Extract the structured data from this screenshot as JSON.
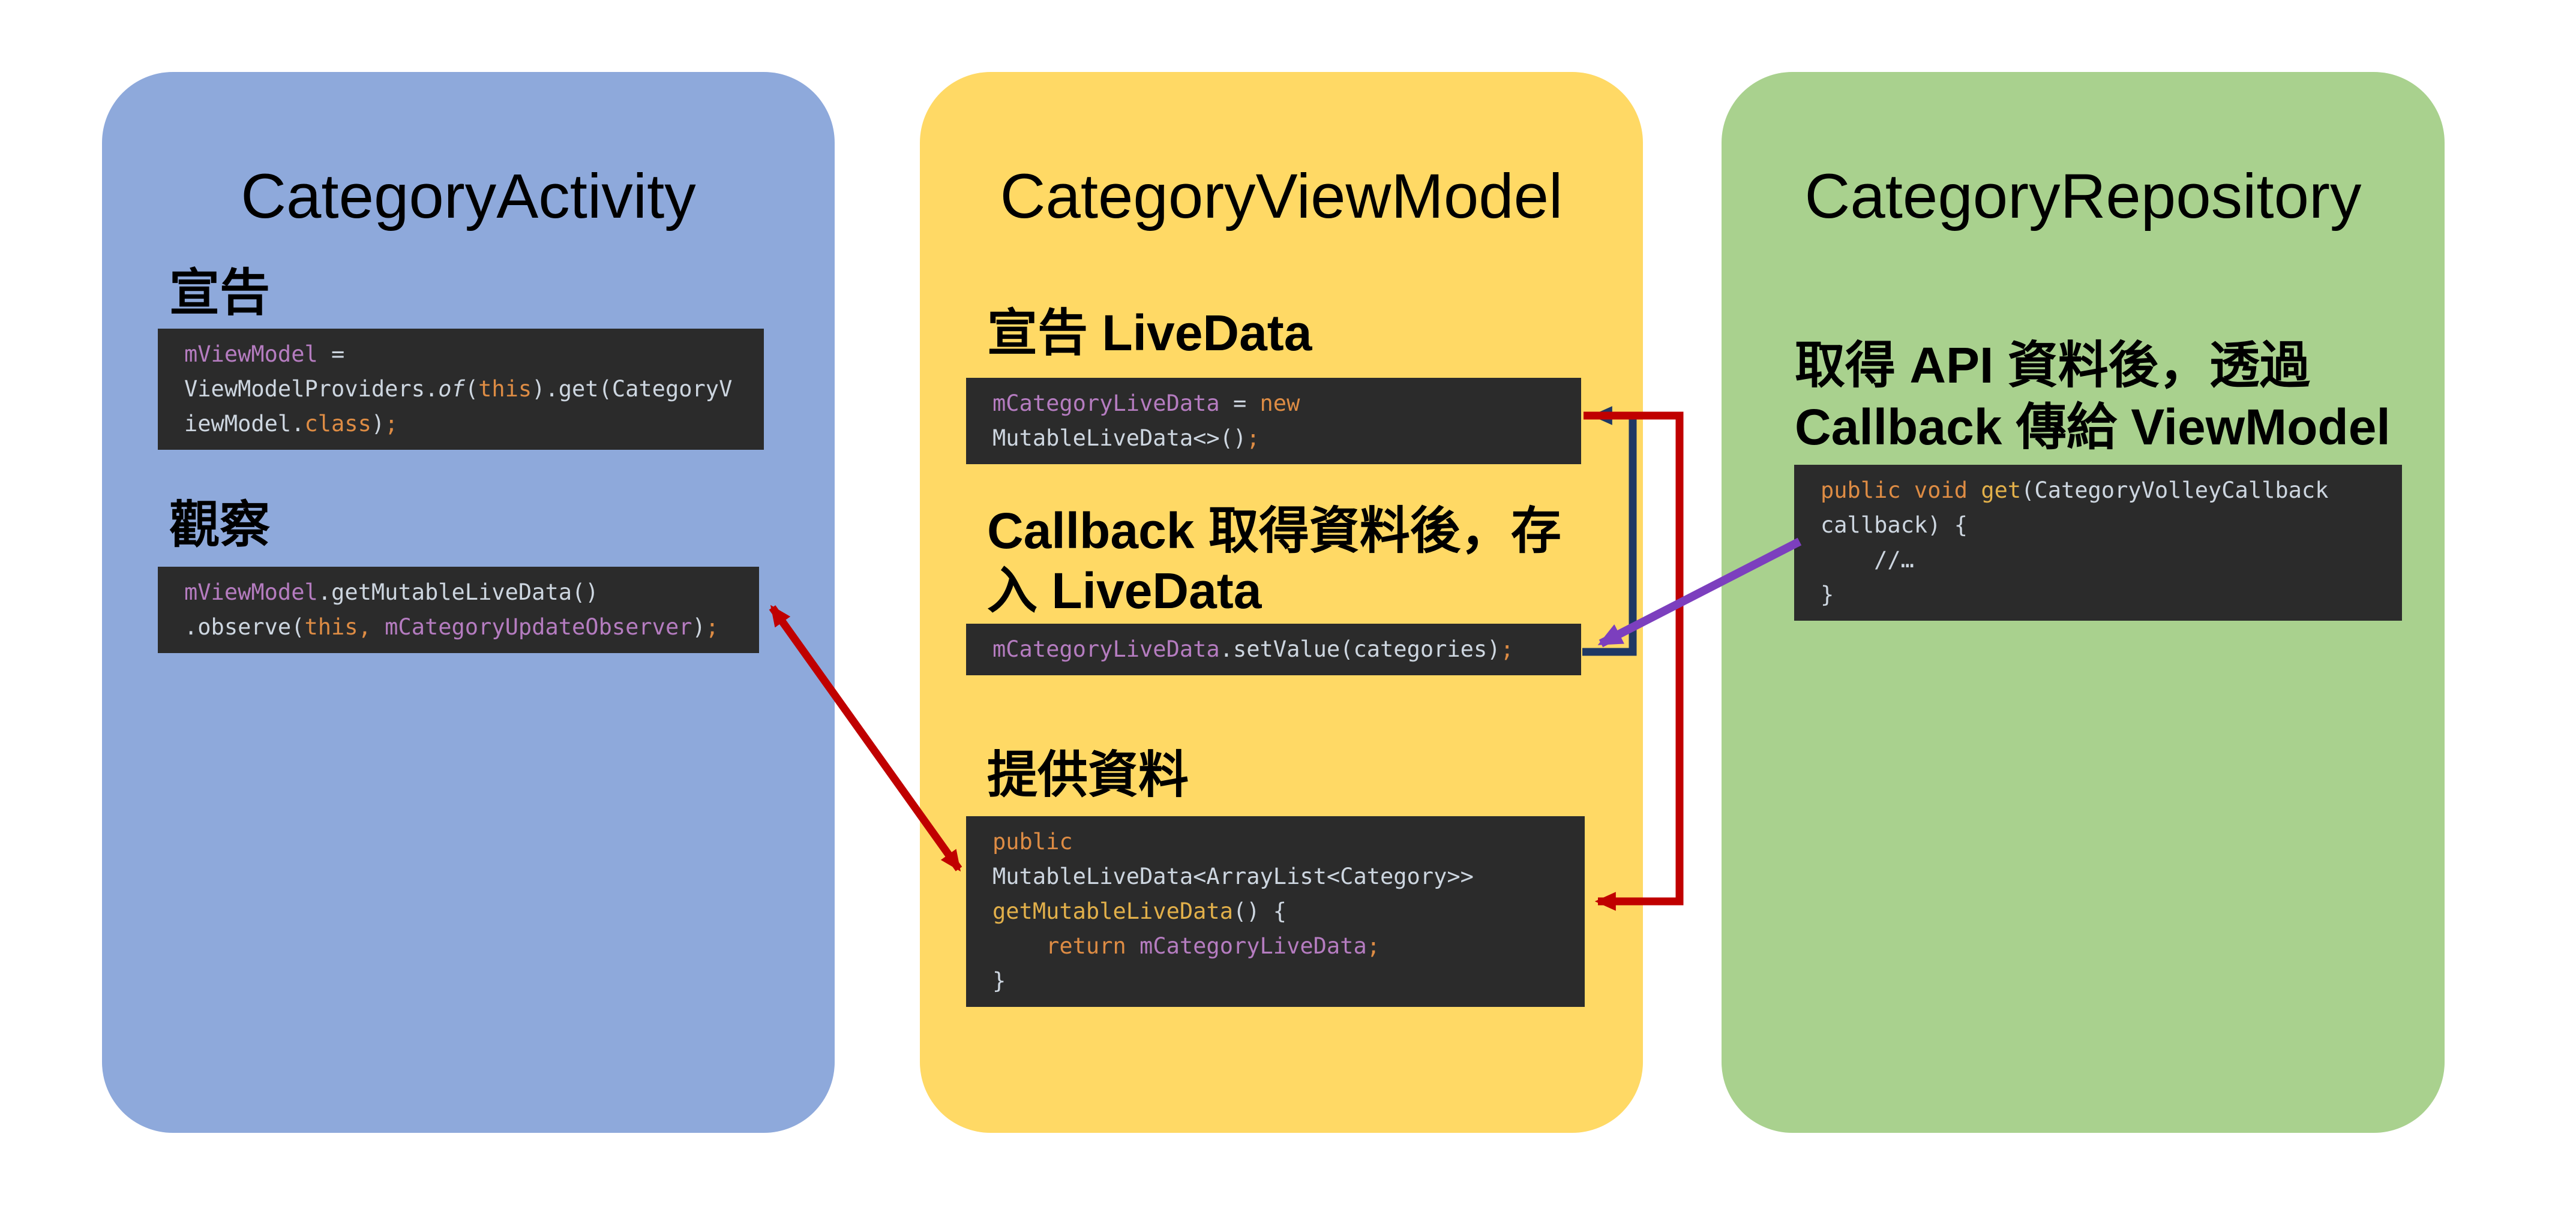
{
  "colors": {
    "page_bg": "#FFFFFF",
    "activity_box": "#8EA9DB",
    "viewmodel_box": "#FFD965",
    "repository_box": "#A9D18E",
    "code_bg": "#2B2B2B",
    "code_default": "#CDD6E0",
    "code_keyword": "#DE8C44",
    "code_function": "#E2B04A",
    "code_variable": "#B57CC0",
    "arrow_red": "#C00000",
    "arrow_navy": "#1F3864",
    "arrow_purple": "#7C3FBE"
  },
  "boxes": {
    "activity": {
      "title": "CategoryActivity",
      "sections": [
        {
          "label_lines": [
            "宣告"
          ],
          "code": [
            [
              {
                "t": "mViewModel",
                "c": "v"
              },
              {
                "t": " =",
                "c": "d"
              }
            ],
            [
              {
                "t": "ViewModelProviders.",
                "c": "d"
              },
              {
                "t": "of",
                "c": "i"
              },
              {
                "t": "(",
                "c": "d"
              },
              {
                "t": "this",
                "c": "k"
              },
              {
                "t": ").get(CategoryV",
                "c": "d"
              }
            ],
            [
              {
                "t": "iewModel.",
                "c": "d"
              },
              {
                "t": "class",
                "c": "k"
              },
              {
                "t": ")",
                "c": "d"
              },
              {
                "t": ";",
                "c": "k"
              }
            ]
          ]
        },
        {
          "label_lines": [
            "觀察"
          ],
          "code": [
            [
              {
                "t": "mViewModel",
                "c": "v"
              },
              {
                "t": ".getMutableLiveData()",
                "c": "d"
              }
            ],
            [
              {
                "t": ".observe(",
                "c": "d"
              },
              {
                "t": "this",
                "c": "k"
              },
              {
                "t": ",",
                "c": "k"
              },
              {
                "t": " ",
                "c": "d"
              },
              {
                "t": "mCategoryUpdateObserver",
                "c": "v"
              },
              {
                "t": ")",
                "c": "d"
              },
              {
                "t": ";",
                "c": "k"
              }
            ]
          ]
        }
      ]
    },
    "viewmodel": {
      "title": "CategoryViewModel",
      "sections": [
        {
          "label_lines": [
            "宣告 LiveData"
          ],
          "code": [
            [
              {
                "t": "mCategoryLiveData",
                "c": "v"
              },
              {
                "t": " = ",
                "c": "d"
              },
              {
                "t": "new",
                "c": "k"
              }
            ],
            [
              {
                "t": "MutableLiveData<>()",
                "c": "d"
              },
              {
                "t": ";",
                "c": "k"
              }
            ]
          ]
        },
        {
          "label_lines": [
            "Callback 取得資料後，存",
            "入 LiveData"
          ],
          "code": [
            [
              {
                "t": "mCategoryLiveData",
                "c": "v"
              },
              {
                "t": ".setValue(categories)",
                "c": "d"
              },
              {
                "t": ";",
                "c": "k"
              }
            ]
          ]
        },
        {
          "label_lines": [
            "提供資料"
          ],
          "code": [
            [
              {
                "t": "public",
                "c": "k"
              }
            ],
            [
              {
                "t": "MutableLiveData<ArrayList<Category>>",
                "c": "d"
              }
            ],
            [
              {
                "t": "getMutableLiveData",
                "c": "f"
              },
              {
                "t": "() {",
                "c": "d"
              }
            ],
            [
              {
                "t": "    ",
                "c": "d"
              },
              {
                "t": "return",
                "c": "k"
              },
              {
                "t": " ",
                "c": "d"
              },
              {
                "t": "mCategoryLiveData",
                "c": "v"
              },
              {
                "t": ";",
                "c": "k"
              }
            ],
            [
              {
                "t": "}",
                "c": "d"
              }
            ]
          ]
        }
      ]
    },
    "repository": {
      "title": "CategoryRepository",
      "sections": [
        {
          "label_lines": [
            "取得 API 資料後，透過",
            "Callback 傳給 ViewModel"
          ],
          "code": [
            [
              {
                "t": "public void ",
                "c": "k"
              },
              {
                "t": "get",
                "c": "f"
              },
              {
                "t": "(CategoryVolleyCallback",
                "c": "d"
              }
            ],
            [
              {
                "t": "callback) {",
                "c": "d"
              }
            ],
            [
              {
                "t": "    //…",
                "c": "d"
              }
            ],
            [
              {
                "t": "}",
                "c": "d"
              }
            ]
          ]
        }
      ]
    }
  },
  "arrows": [
    {
      "id": "setvalue-to-declaration",
      "color": "arrow_navy"
    },
    {
      "id": "declaration-to-getter",
      "color": "arrow_red"
    },
    {
      "id": "observe-getter-bidirectional",
      "color": "arrow_red"
    },
    {
      "id": "repository-to-setvalue",
      "color": "arrow_purple"
    }
  ]
}
